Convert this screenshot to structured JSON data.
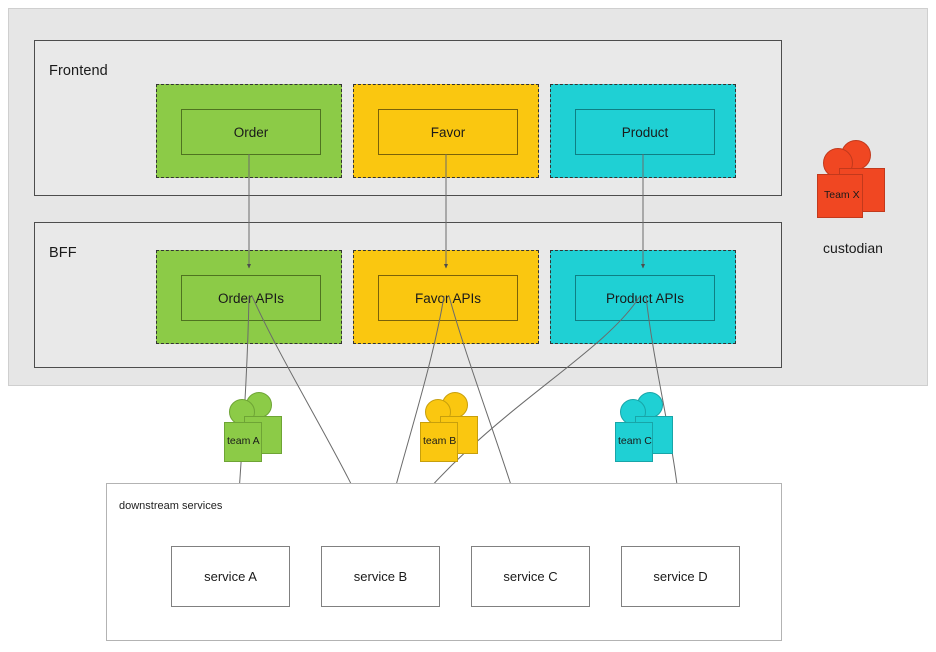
{
  "diagram": {
    "title": "Frontend / BFF / downstream services architecture",
    "colors": {
      "green": "#8CCB47",
      "yellow": "#FAC710",
      "cyan": "#1FD0D4",
      "red": "#F04722",
      "container_gray": "#E6E6E6",
      "layer_gray": "#E9E9E9",
      "stroke_dark": "#4D4D4D",
      "stroke_light": "#808080"
    }
  },
  "layers": [
    {
      "id": "frontend",
      "label": "Frontend"
    },
    {
      "id": "bff",
      "label": "BFF"
    }
  ],
  "frontend_groups": [
    {
      "id": "order",
      "label": "Order",
      "color": "green"
    },
    {
      "id": "favor",
      "label": "Favor",
      "color": "yellow"
    },
    {
      "id": "product",
      "label": "Product",
      "color": "cyan"
    }
  ],
  "bff_groups": [
    {
      "id": "order-apis",
      "label": "Order APIs",
      "color": "green"
    },
    {
      "id": "favor-apis",
      "label": "Favor APIs",
      "color": "yellow"
    },
    {
      "id": "product-apis",
      "label": "Product APIs",
      "color": "cyan"
    }
  ],
  "custodian": {
    "actor_label": "Team X",
    "caption": "custodian",
    "color": "red"
  },
  "teams": [
    {
      "id": "team-a",
      "label": "team A",
      "color": "green"
    },
    {
      "id": "team-b",
      "label": "team B",
      "color": "yellow"
    },
    {
      "id": "team-c",
      "label": "team C",
      "color": "cyan"
    }
  ],
  "downstream": {
    "label": "downstream services",
    "services": [
      {
        "id": "service-a",
        "label": "service A"
      },
      {
        "id": "service-b",
        "label": "service B"
      },
      {
        "id": "service-c",
        "label": "service C"
      },
      {
        "id": "service-d",
        "label": "service D"
      }
    ]
  },
  "connections": [
    {
      "from": "Order",
      "to": "Order APIs"
    },
    {
      "from": "Favor",
      "to": "Favor APIs"
    },
    {
      "from": "Product",
      "to": "Product APIs"
    },
    {
      "from": "Order APIs",
      "to": "service A"
    },
    {
      "from": "Order APIs",
      "to": "service B"
    },
    {
      "from": "Favor APIs",
      "to": "service B"
    },
    {
      "from": "Favor APIs",
      "to": "service C"
    },
    {
      "from": "Product APIs",
      "to": "service B"
    },
    {
      "from": "Product APIs",
      "to": "service D"
    }
  ]
}
